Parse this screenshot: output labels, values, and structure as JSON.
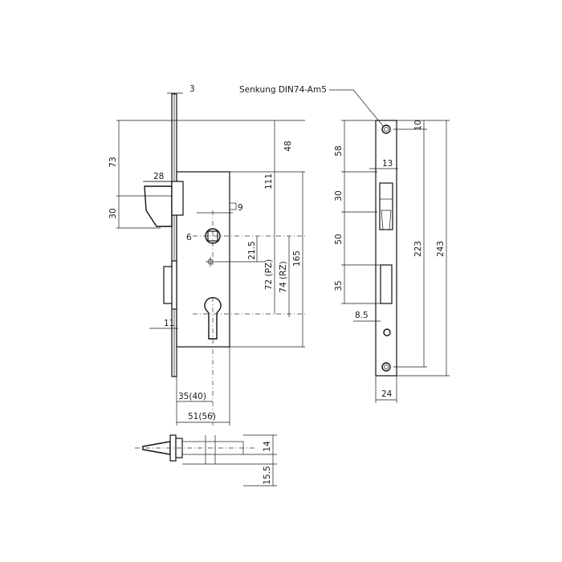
{
  "annotation": "Senkung DIN74-Am5",
  "front_view": {
    "faceplate_thickness": "3",
    "top_to_latch": "73",
    "latch_height": "30",
    "latch_depth": "28",
    "square_size": "9",
    "square_offset": "6",
    "spacing_215": "21.5",
    "spacing_pz": "72 (PZ)",
    "spacing_rz": "74 (RZ)",
    "case_height": "165",
    "top_dim": "48",
    "dim_111": "111",
    "bolt_dim": "11",
    "backset": "35(40)",
    "total_depth": "51(56)"
  },
  "side_view": {
    "top_screw": "10",
    "to_latch": "58",
    "latch_width": "13",
    "latch_height": "30",
    "gap": "50",
    "bolt_height": "35",
    "bolt_offset": "8.5",
    "screw_span": "223",
    "total_height": "243",
    "width": "24"
  },
  "bottom_view": {
    "height_a": "14",
    "height_b": "15.5"
  }
}
